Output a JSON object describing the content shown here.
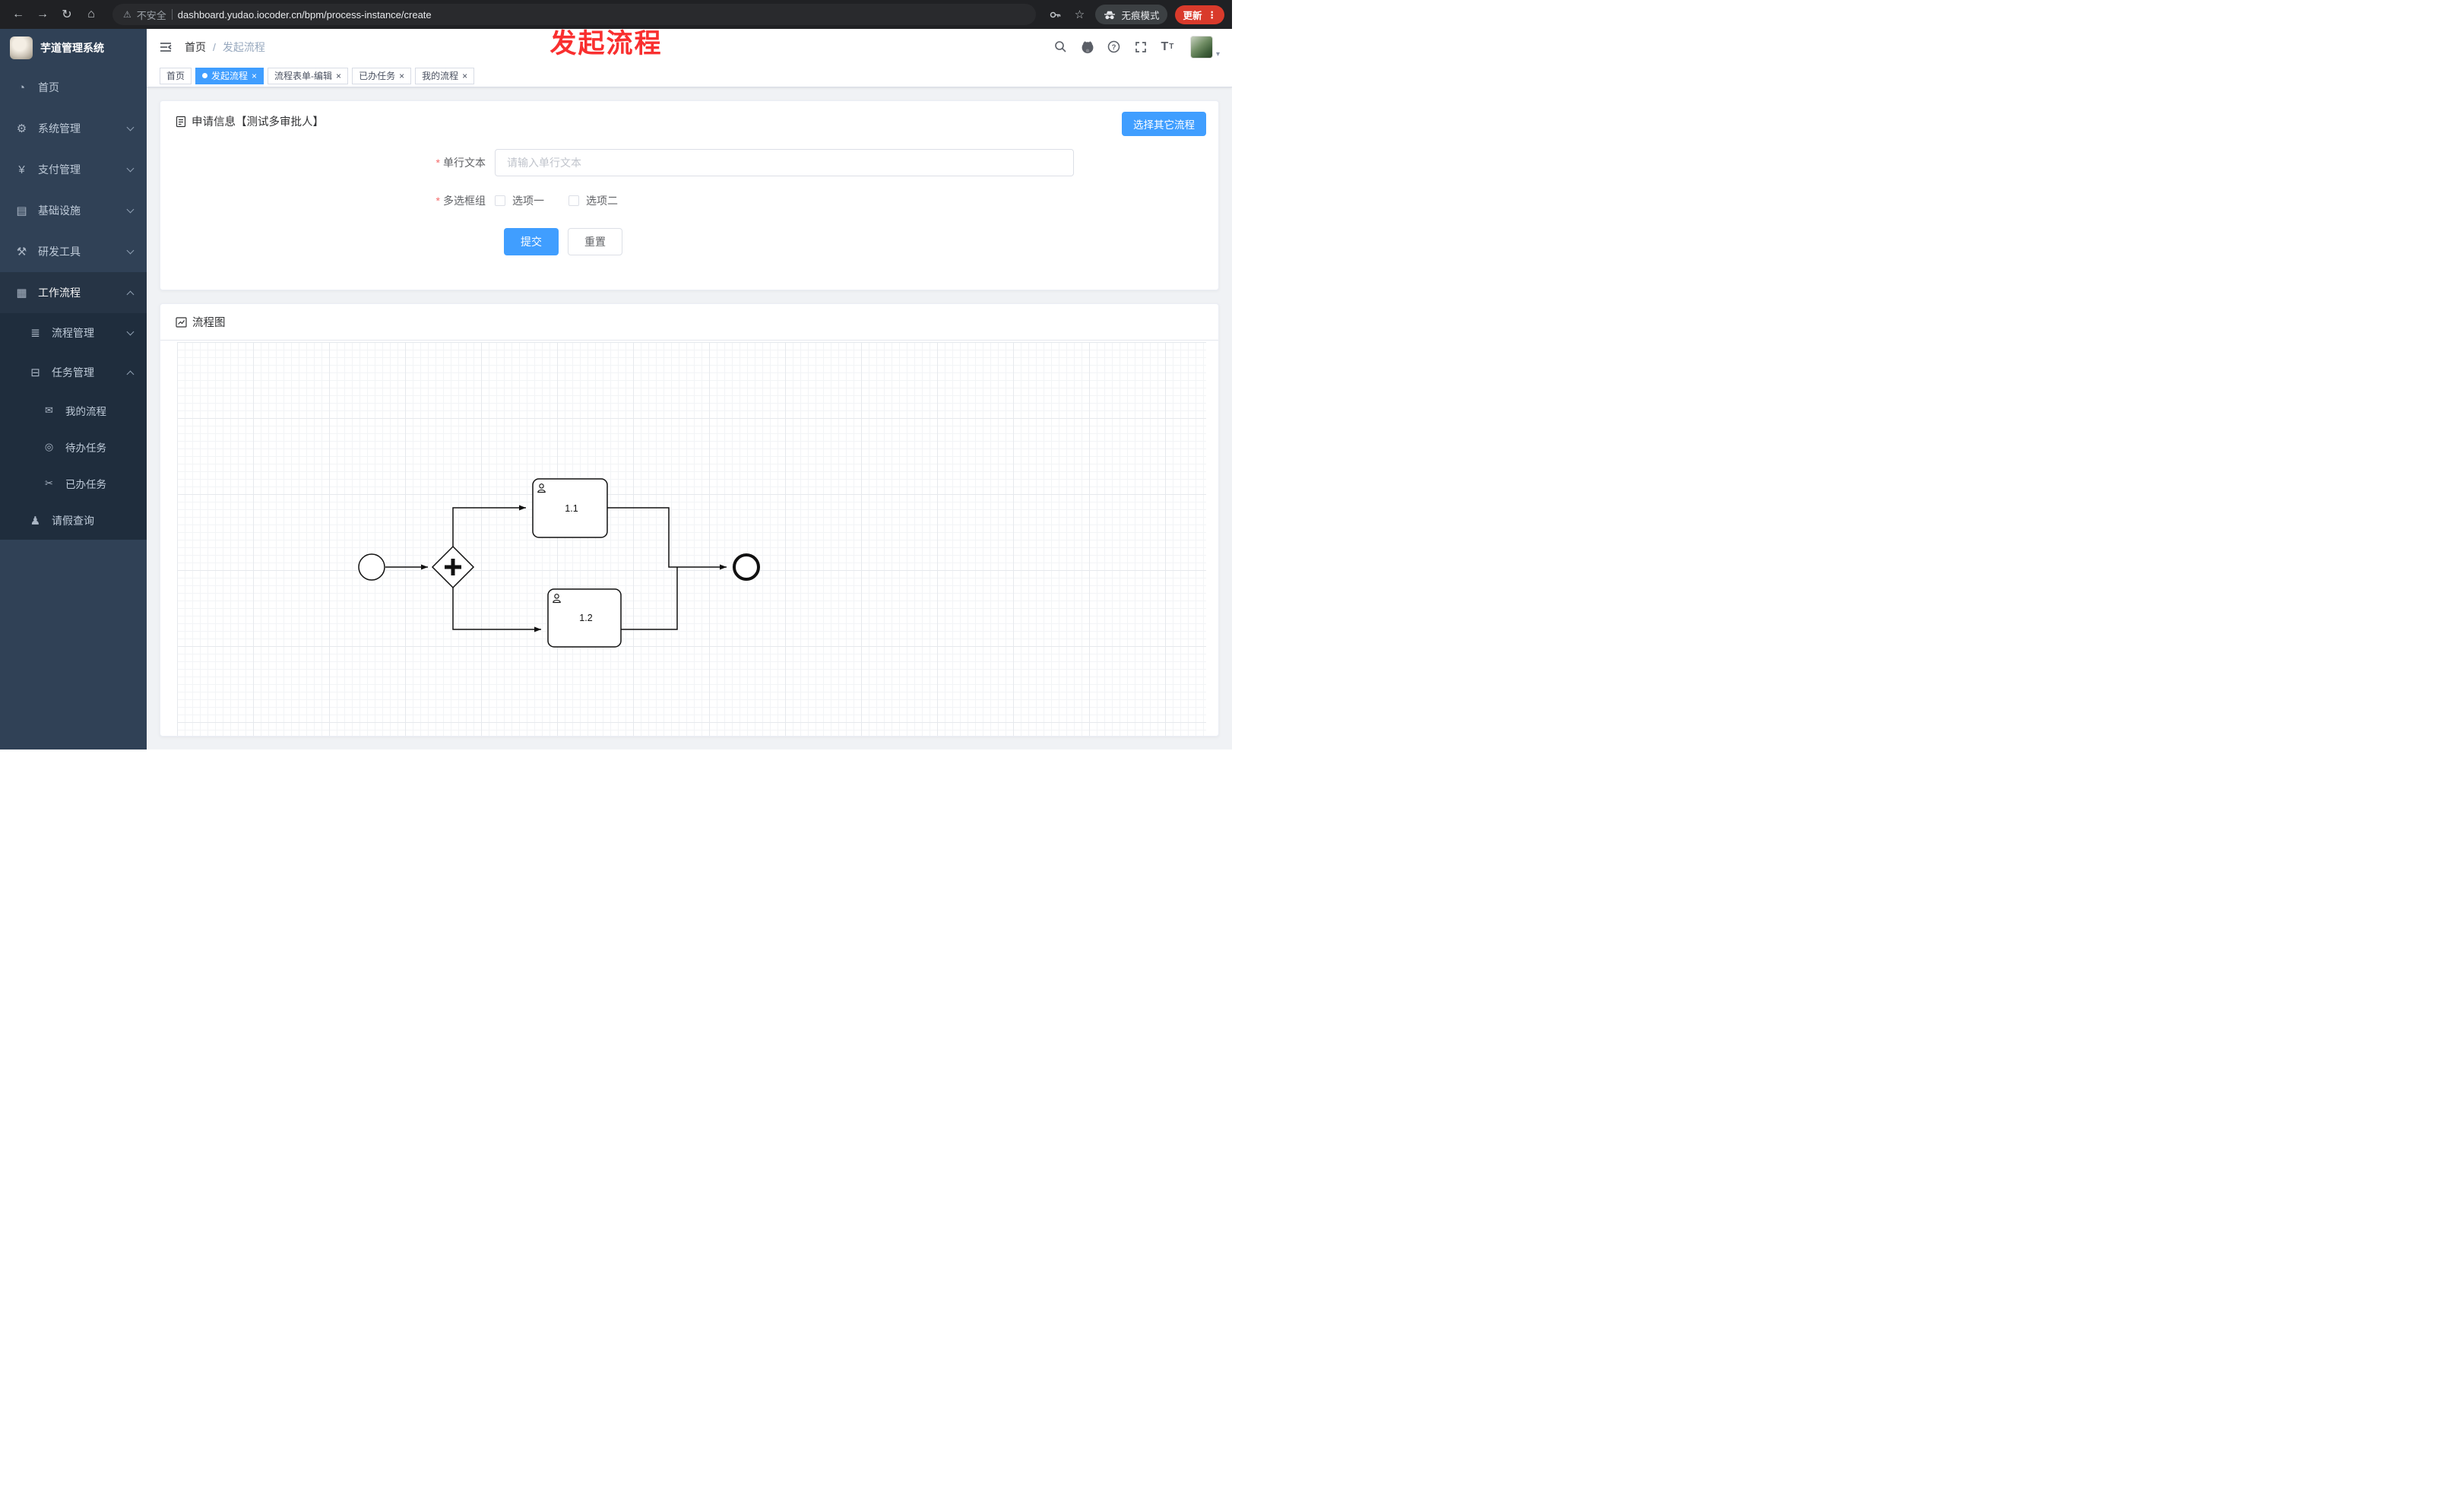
{
  "browser": {
    "security_label": "不安全",
    "url": "dashboard.yudao.iocoder.cn/bpm/process-instance/create",
    "incognito_label": "无痕模式",
    "update_label": "更新"
  },
  "annotation": "发起流程",
  "icons": {
    "back": "←",
    "forward": "→",
    "reload": "↻",
    "home": "⌂",
    "warning": "⚠",
    "star": "☆",
    "menu_dots": "⋮",
    "close": "×",
    "caret_down": "▾",
    "question": "?",
    "font_big": "T",
    "font_small": "T",
    "dashboard": "◔",
    "gear": "⚙",
    "yen": "¥",
    "infra": "▤",
    "tools": "⚒",
    "workflow": "▦",
    "process_mgmt": "≣",
    "task_mgmt": "⊟",
    "my_process": "✉",
    "todo": "◎",
    "done": "✂",
    "person": "♟"
  },
  "sidebar": {
    "title": "芋道管理系统",
    "items": [
      {
        "label": "首页"
      },
      {
        "label": "系统管理"
      },
      {
        "label": "支付管理"
      },
      {
        "label": "基础设施"
      },
      {
        "label": "研发工具"
      },
      {
        "label": "工作流程"
      }
    ],
    "submenu": [
      {
        "label": "流程管理"
      },
      {
        "label": "任务管理"
      }
    ],
    "task_items": [
      {
        "label": "我的流程"
      },
      {
        "label": "待办任务"
      },
      {
        "label": "已办任务"
      }
    ],
    "extra_item": {
      "label": "请假查询"
    }
  },
  "header": {
    "breadcrumb": [
      "首页",
      "发起流程"
    ],
    "breadcrumb_sep": "/"
  },
  "tags": [
    {
      "label": "首页",
      "active": false,
      "closable": false
    },
    {
      "label": "发起流程",
      "active": true,
      "closable": true
    },
    {
      "label": "流程表单-编辑",
      "active": false,
      "closable": true
    },
    {
      "label": "已办任务",
      "active": false,
      "closable": true
    },
    {
      "label": "我的流程",
      "active": false,
      "closable": true
    }
  ],
  "form": {
    "card_title": "申请信息【测试多审批人】",
    "select_other": "选择其它流程",
    "required_mark": "*",
    "field1_label": "单行文本",
    "field1_placeholder": "请输入单行文本",
    "field2_label": "多选框组",
    "option1": "选项一",
    "option2": "选项二",
    "submit": "提交",
    "reset": "重置"
  },
  "diagram": {
    "card_title": "流程图",
    "task1": "1.1",
    "task2": "1.2"
  },
  "colors": {
    "primary": "#409eff",
    "sidebar_bg": "#304156",
    "sidebar_sub_bg": "#1f2d3d",
    "danger": "#f56c6c",
    "annotation_red": "#f92f2f",
    "update_red": "#d93a2b",
    "tag_active": "#409eff"
  }
}
